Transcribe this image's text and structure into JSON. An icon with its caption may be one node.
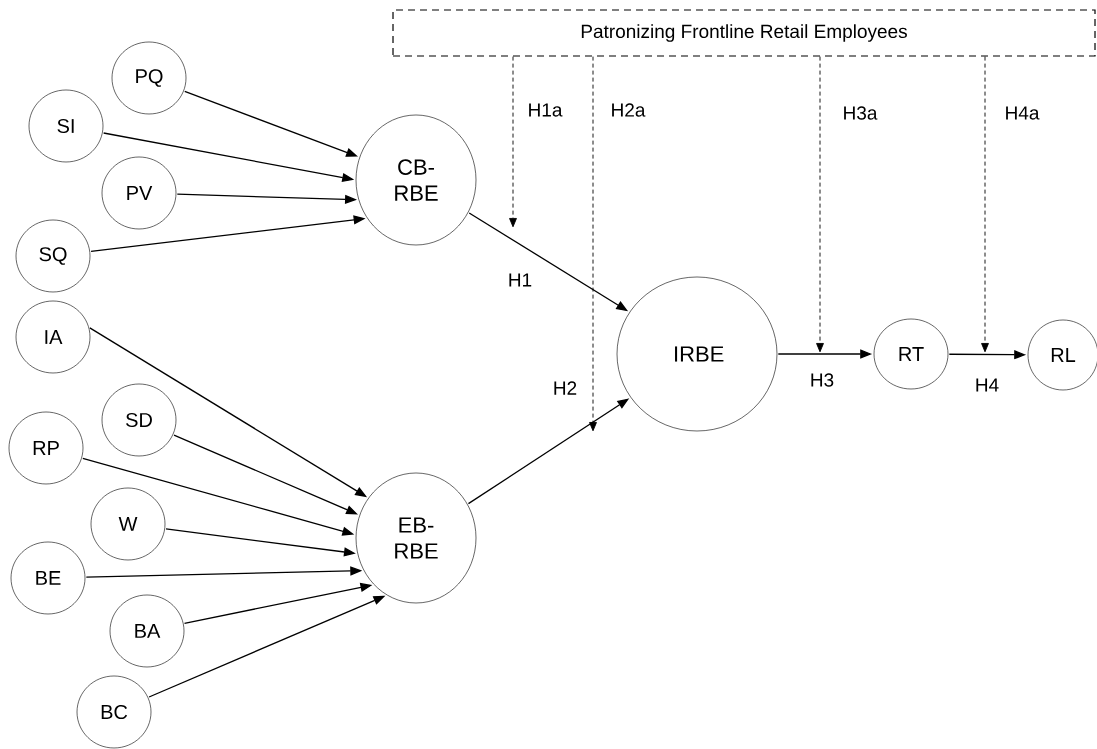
{
  "diagram": {
    "nodes": [
      {
        "text": [
          "Patronizing Frontline Retail Employees"
        ]
      },
      {
        "text": [
          "PQ"
        ]
      },
      {
        "text": [
          "SI"
        ]
      },
      {
        "text": [
          "PV"
        ]
      },
      {
        "text": [
          "SQ"
        ]
      },
      {
        "text": [
          "CB- RBE"
        ]
      },
      {
        "text": [
          "IA"
        ]
      },
      {
        "text": [
          "SD"
        ]
      },
      {
        "text": [
          "RP"
        ]
      },
      {
        "text": [
          "W"
        ]
      },
      {
        "text": [
          "BE"
        ]
      },
      {
        "text": [
          "BA"
        ]
      },
      {
        "text": [
          "BC"
        ]
      },
      {
        "text": [
          "EB- RBE"
        ]
      },
      {
        "text": [
          "IRBE"
        ]
      },
      {
        "text": [
          "RT"
        ]
      },
      {
        "text": [
          "RL"
        ]
      }
    ],
    "edges": [
      {
        "from": 1,
        "to": 5,
        "arrow": "to"
      },
      {
        "from": 2,
        "to": 5,
        "arrow": "to"
      },
      {
        "from": 3,
        "to": 5,
        "arrow": "to"
      },
      {
        "from": 4,
        "to": 5,
        "arrow": "to"
      },
      {
        "from": 5,
        "to": 14,
        "arrow": "to",
        "label": "H1"
      },
      {
        "from": 6,
        "to": 13,
        "arrow": "to"
      },
      {
        "from": 7,
        "to": 13,
        "arrow": "to"
      },
      {
        "from": 8,
        "to": 13,
        "arrow": "to"
      },
      {
        "from": 9,
        "to": 13,
        "arrow": "to"
      },
      {
        "from": 10,
        "to": 13,
        "arrow": "to"
      },
      {
        "from": 11,
        "to": 13,
        "arrow": "to"
      },
      {
        "from": 12,
        "to": 13,
        "arrow": "to"
      },
      {
        "from": 13,
        "to": 14,
        "arrow": "to",
        "label": "H2"
      },
      {
        "from": 14,
        "to": 15,
        "arrow": "to",
        "label": "H3"
      },
      {
        "from": 15,
        "to": 16,
        "arrow": "to",
        "label": "H4"
      },
      {
        "from": 0,
        "to": null,
        "arrow": "to",
        "label": "H1a",
        "style": "dashed"
      },
      {
        "from": 0,
        "to": null,
        "arrow": "to",
        "label": "H2a",
        "style": "dashed"
      },
      {
        "from": 0,
        "to": null,
        "arrow": "to",
        "label": "H3a",
        "style": "dashed"
      },
      {
        "from": 0,
        "to": null,
        "arrow": "to",
        "label": "H4a",
        "style": "dashed"
      }
    ]
  }
}
